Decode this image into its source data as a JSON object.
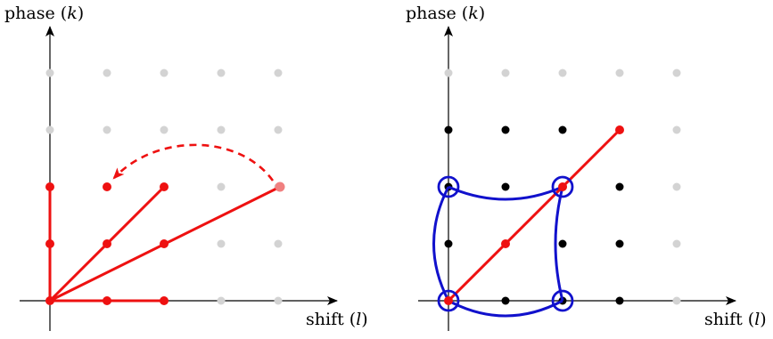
{
  "left_panel": {
    "y_axis_label": "phase",
    "y_axis_symbol": "k",
    "x_axis_label": "shift",
    "x_axis_symbol": "l"
  },
  "right_panel": {
    "y_axis_label": "phase",
    "y_axis_symbol": "k",
    "x_axis_label": "shift",
    "x_axis_symbol": "l"
  },
  "colors": {
    "inactive_dot": "#d3d3d3",
    "active_dot": "#000000",
    "highlight": "#ee1111",
    "faded_highlight": "#f08080",
    "loop": "#1111cc"
  }
}
